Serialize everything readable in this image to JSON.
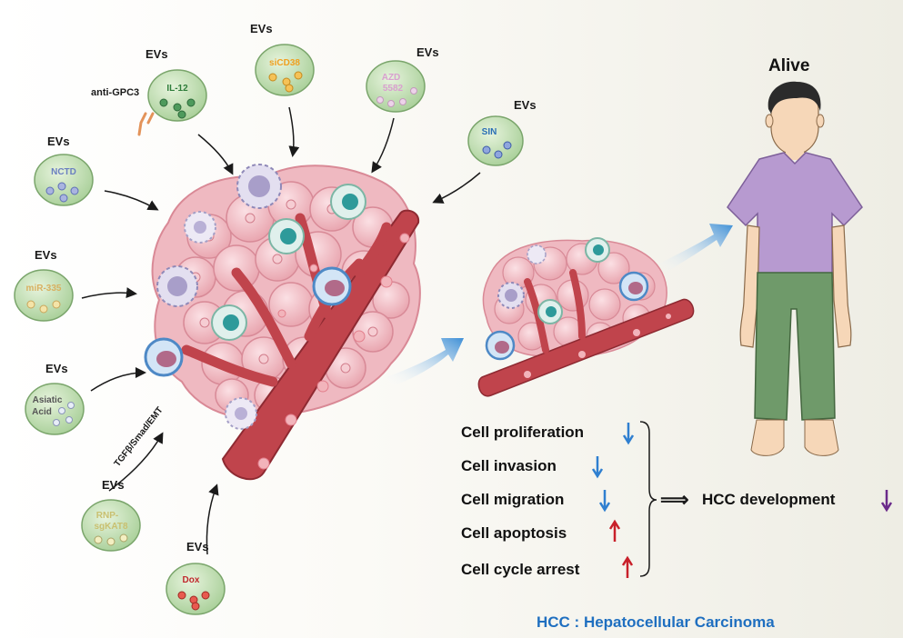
{
  "ev_label": "EVs",
  "vesicles": [
    {
      "id": "il12",
      "cargo": [
        "IL-12"
      ],
      "cargo_color": "#2e7d3a"
    },
    {
      "id": "sicd38",
      "cargo": [
        "siCD38"
      ],
      "cargo_color": "#f0a020"
    },
    {
      "id": "azd",
      "cargo": [
        "AZD",
        "5582"
      ],
      "cargo_color": "#d9a0cf"
    },
    {
      "id": "sin",
      "cargo": [
        "SIN"
      ],
      "cargo_color": "#2a6fb5"
    },
    {
      "id": "nctd",
      "cargo": [
        "NCTD"
      ],
      "cargo_color": "#6a7fc0"
    },
    {
      "id": "mir335",
      "cargo": [
        "miR-335"
      ],
      "cargo_color": "#d8b060"
    },
    {
      "id": "asiatic",
      "cargo": [
        "Asiatic",
        "Acid"
      ],
      "cargo_color": "#555555"
    },
    {
      "id": "rnp",
      "cargo": [
        "RNP-",
        "sgKAT8"
      ],
      "cargo_color": "#c9c070"
    },
    {
      "id": "dox",
      "cargo": [
        "Dox"
      ],
      "cargo_color": "#c0282d"
    }
  ],
  "anti_gpc3_label": "anti-GPC3",
  "pathway_label": "TGFβ/Smad/EMT",
  "alive_label": "Alive",
  "effects": [
    {
      "label": "Cell proliferation",
      "direction": "down",
      "color": "#2f7fd0"
    },
    {
      "label": "Cell invasion",
      "direction": "down",
      "color": "#2f7fd0"
    },
    {
      "label": "Cell migration",
      "direction": "down",
      "color": "#2f7fd0"
    },
    {
      "label": "Cell apoptosis",
      "direction": "up",
      "color": "#c8202a"
    },
    {
      "label": "Cell cycle arrest",
      "direction": "up",
      "color": "#c8202a"
    }
  ],
  "implies_symbol": "⟹",
  "outcome": {
    "label": "HCC development",
    "direction": "down",
    "color": "#6a2a8a"
  },
  "footnote": "HCC : Hepatocellular Carcinoma",
  "colors": {
    "ev_fill": "#b8dcaa",
    "vessel": "#c0444c",
    "tumor": "#eeb3bb",
    "footnote": "#1f6fc0",
    "shirt": "#b79ad0",
    "pants": "#6f9a6a"
  }
}
